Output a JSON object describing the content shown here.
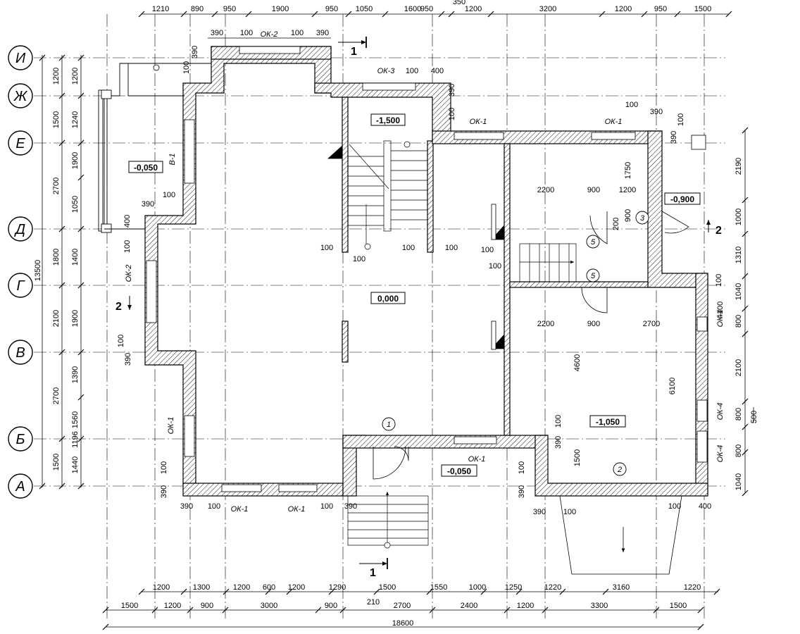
{
  "axes": [
    {
      "id": "И"
    },
    {
      "id": "Ж"
    },
    {
      "id": "Е"
    },
    {
      "id": "Д"
    },
    {
      "id": "Г"
    },
    {
      "id": "В"
    },
    {
      "id": "Б"
    },
    {
      "id": "А"
    }
  ],
  "dims_top": [
    "1210",
    "890",
    "950",
    "1900",
    "950",
    "1050",
    "1600",
    "950",
    "350",
    "1200",
    "3200",
    "1200",
    "950",
    "1500"
  ],
  "dims_bottom_row1": [
    "1200",
    "1300",
    "1200",
    "600",
    "1200",
    "1290",
    "1500",
    "1550",
    "1000",
    "1250",
    "1220",
    "3160",
    "1220"
  ],
  "dims_bottom_row2": [
    "1500",
    "1200",
    "900",
    "3000",
    "900",
    "210",
    "2700",
    "2400",
    "1200",
    "3300",
    "1500"
  ],
  "dim_total_bottom": "18600",
  "dims_left_outer": [
    "1200",
    "1500",
    "2700",
    "1800",
    "2100",
    "2700",
    "1500"
  ],
  "dims_left_inner": [
    "1200",
    "1240",
    "1900",
    "1050",
    "1400",
    "1900",
    "1390",
    "1560",
    "1196",
    "1440"
  ],
  "dim_total_left": "13500",
  "dims_right": [
    "2190",
    "1000",
    "1310",
    "1040",
    "800",
    "2100",
    "800",
    "500",
    "800",
    "1040"
  ],
  "levels": {
    "stair": "-1,500",
    "veranda": "-0,050",
    "main": "0,000",
    "right_room": "-1,050",
    "entrance": "-0,050",
    "side_door": "-0,900"
  },
  "openings": {
    "ok2_top": "ОК-2",
    "ok3": "ОК-3",
    "ok1_right_a": "ОК-1",
    "ok1_right_b": "ОК-1",
    "ok2_left": "ОК-2",
    "ok1_left": "ОК-1",
    "ok1_bottom_a": "ОК-1",
    "ok1_bottom_b": "ОК-1",
    "ok1_entrance": "ОК-1",
    "ok4_a": "ОК-4",
    "ok4_b": "ОК-4",
    "ok4_c": "ОК-4",
    "b1": "В-1"
  },
  "cuts": {
    "c1_top": "1",
    "c1_bottom": "1",
    "c2_left": "2",
    "c2_right": "2"
  },
  "rooms": [
    "1",
    "2",
    "3",
    "5",
    "5"
  ],
  "inner_dims": {
    "d100_a": "100",
    "d390_a": "390",
    "d100_b": "100",
    "d390_b": "390",
    "d100_c": "100",
    "d400_c": "400",
    "d390_c": "390",
    "d100_d": "100",
    "d100_e": "100",
    "d390_e": "390",
    "d100_f": "100",
    "d1750": "1750",
    "d2200_a": "2200",
    "d900_a": "900",
    "d1200_a": "1200",
    "d900_v": "900",
    "d200_v": "200",
    "d2200_b": "2200",
    "d900_b": "900",
    "d2700_b": "2700",
    "d4600": "4600",
    "d6100": "6100",
    "d1500_v": "1500",
    "d100_v": "100",
    "d390_v": "390",
    "d100_g": "100",
    "d100_h": "100",
    "d100_i": "100",
    "d100_j": "100",
    "d100_k": "100",
    "d100_l": "100",
    "d390_left_a": "390",
    "d100_left_a": "100",
    "d400_left": "400",
    "d100_left_b": "100",
    "d100_left_c": "100",
    "d390_left_b": "390",
    "d100_left_d": "100",
    "d390_bl": "390",
    "d100_bl": "100",
    "d100_bm": "100",
    "d390_bm": "390",
    "d100_br": "100",
    "d390_br": "390",
    "d100_br2": "100",
    "d390_br2": "390",
    "d100_br3": "100",
    "d400_br": "400",
    "d100_r1": "100",
    "d390_r1": "390",
    "d4100": "4100",
    "d390_r2": "390",
    "d100_bb": "100",
    "d390_bb": "390"
  }
}
